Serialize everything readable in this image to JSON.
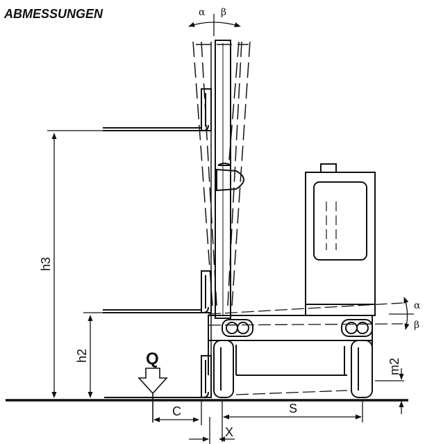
{
  "title": "ABMESSUNGEN",
  "labels": {
    "alpha": "α",
    "beta": "β",
    "h3": "h3",
    "h2": "h2",
    "Q": "Q",
    "C": "C",
    "S": "S",
    "X": "X",
    "m2": "m2"
  }
}
